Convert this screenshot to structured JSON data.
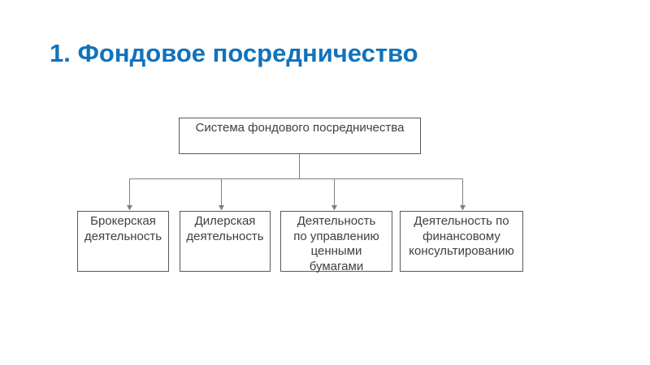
{
  "slide": {
    "title": "1. Фондовое посредничество",
    "background": "#ffffff"
  },
  "colors": {
    "title": "#1272bc",
    "box_border": "#595959",
    "box_text": "#404040",
    "connector": "#808080"
  },
  "diagram": {
    "root": {
      "label": "Система фондового посредничества"
    },
    "children": [
      {
        "label": "Брокерская\nдеятельность"
      },
      {
        "label": "Дилерская\nдеятельность"
      },
      {
        "label": "Деятельность\nпо управлению\nценными\nбумагами"
      },
      {
        "label": "Деятельность по\nфинансовому\nконсультированию"
      }
    ]
  }
}
